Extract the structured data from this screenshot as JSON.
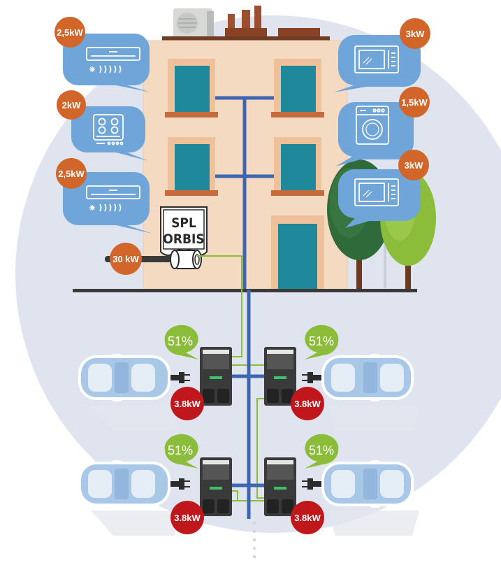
{
  "building": {
    "appliances": [
      {
        "id": "ac-left-top",
        "power": "2,5kW",
        "icon": "air-conditioner-icon"
      },
      {
        "id": "hob-left",
        "power": "2kW",
        "icon": "induction-hob-icon"
      },
      {
        "id": "ac-left-bottom",
        "power": "2,5kW",
        "icon": "air-conditioner-icon"
      },
      {
        "id": "micro-right-top",
        "power": "3kW",
        "icon": "microwave-icon"
      },
      {
        "id": "washer-right",
        "power": "1,5kW",
        "icon": "washing-machine-icon"
      },
      {
        "id": "micro-right-bottom",
        "power": "3kW",
        "icon": "microwave-icon"
      }
    ],
    "meter": {
      "line1": "SPL",
      "line2": "ORBIS",
      "supply": "30 kW"
    }
  },
  "chargers": [
    {
      "share": "51%",
      "power": "3.8kW"
    },
    {
      "share": "51%",
      "power": "3.8kW"
    },
    {
      "share": "51%",
      "power": "3.8kW"
    },
    {
      "share": "51%",
      "power": "3.8kW"
    }
  ],
  "colors": {
    "background_circle": "#dfe4ef",
    "bubble": "#6fa5d9",
    "power_badge": "#d2652a",
    "share_badge": "#8cbd3a",
    "charger_badge": "#c0171d",
    "car": "#a9c7e6",
    "building": "#f5dac2",
    "cable": "#3e66b0"
  }
}
